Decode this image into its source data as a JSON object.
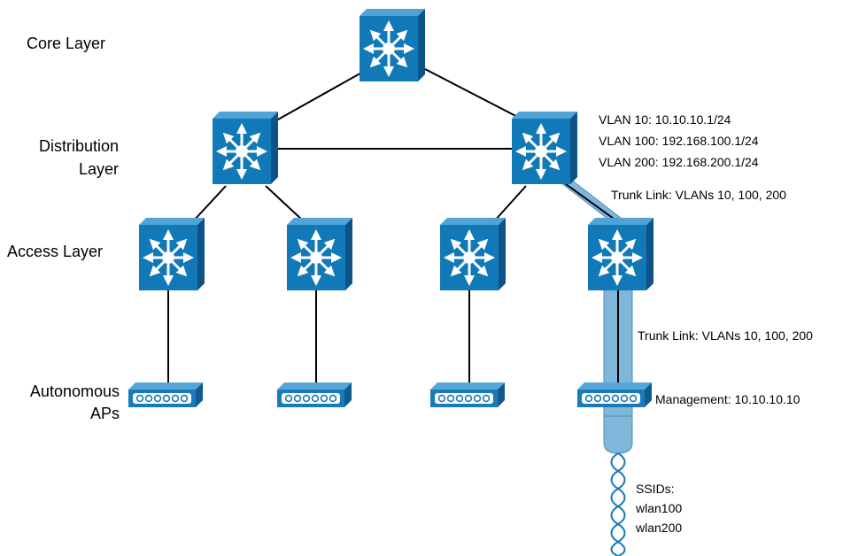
{
  "layers": {
    "core": "Core Layer",
    "distribution_line1": "Distribution",
    "distribution_line2": "Layer",
    "access": "Access Layer",
    "aps_line1": "Autonomous",
    "aps_line2": "APs"
  },
  "vlans": {
    "vlan10": "VLAN 10: 10.10.10.1/24",
    "vlan100": "VLAN 100: 192.168.100.1/24",
    "vlan200": "VLAN 200: 192.168.200.1/24"
  },
  "trunk_upper": "Trunk Link: VLANs 10, 100, 200",
  "trunk_lower": "Trunk Link: VLANs 10, 100, 200",
  "management": "Management: 10.10.10.10",
  "ssids": {
    "heading": "SSIDs:",
    "ssid1": "wlan100",
    "ssid2": "wlan200"
  },
  "colors": {
    "switch_front": "#1279b8",
    "switch_top": "#4fa3d6",
    "switch_side": "#0d5486",
    "trunk_highlight": "#7fb6d9",
    "ap_front": "#1a7bbb"
  },
  "icons": {
    "switch": "multilayer-switch-icon",
    "ap": "access-point-icon",
    "radio": "wireless-signal-icon"
  }
}
